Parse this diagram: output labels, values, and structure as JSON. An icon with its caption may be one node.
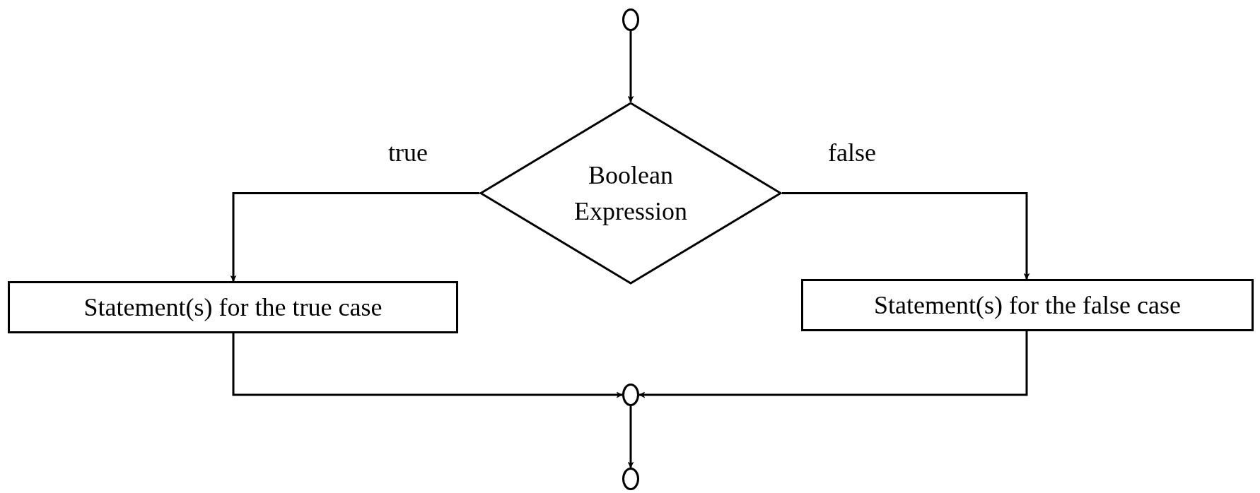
{
  "diagram": {
    "nodes": [
      {
        "text": [],
        "shape": "circle"
      },
      {
        "text": [
          "Boolean Expression"
        ]
      },
      {
        "text": [
          "Statement(s) for the true case"
        ]
      },
      {
        "text": [
          "Statement(s) for the false case"
        ]
      },
      {
        "text": [],
        "shape": "circle"
      },
      {
        "text": [],
        "shape": "circle"
      }
    ],
    "edges": [
      {
        "from": 0,
        "to": 1,
        "arrow": "to"
      },
      {
        "from": 1,
        "to": 2,
        "arrow": "to",
        "label": "true"
      },
      {
        "from": 1,
        "to": 3,
        "arrow": "to",
        "label": "false"
      },
      {
        "from": 2,
        "to": 4,
        "arrow": "to"
      },
      {
        "from": 3,
        "to": 4,
        "arrow": "to"
      },
      {
        "from": 4,
        "to": 5,
        "arrow": "to"
      }
    ]
  }
}
